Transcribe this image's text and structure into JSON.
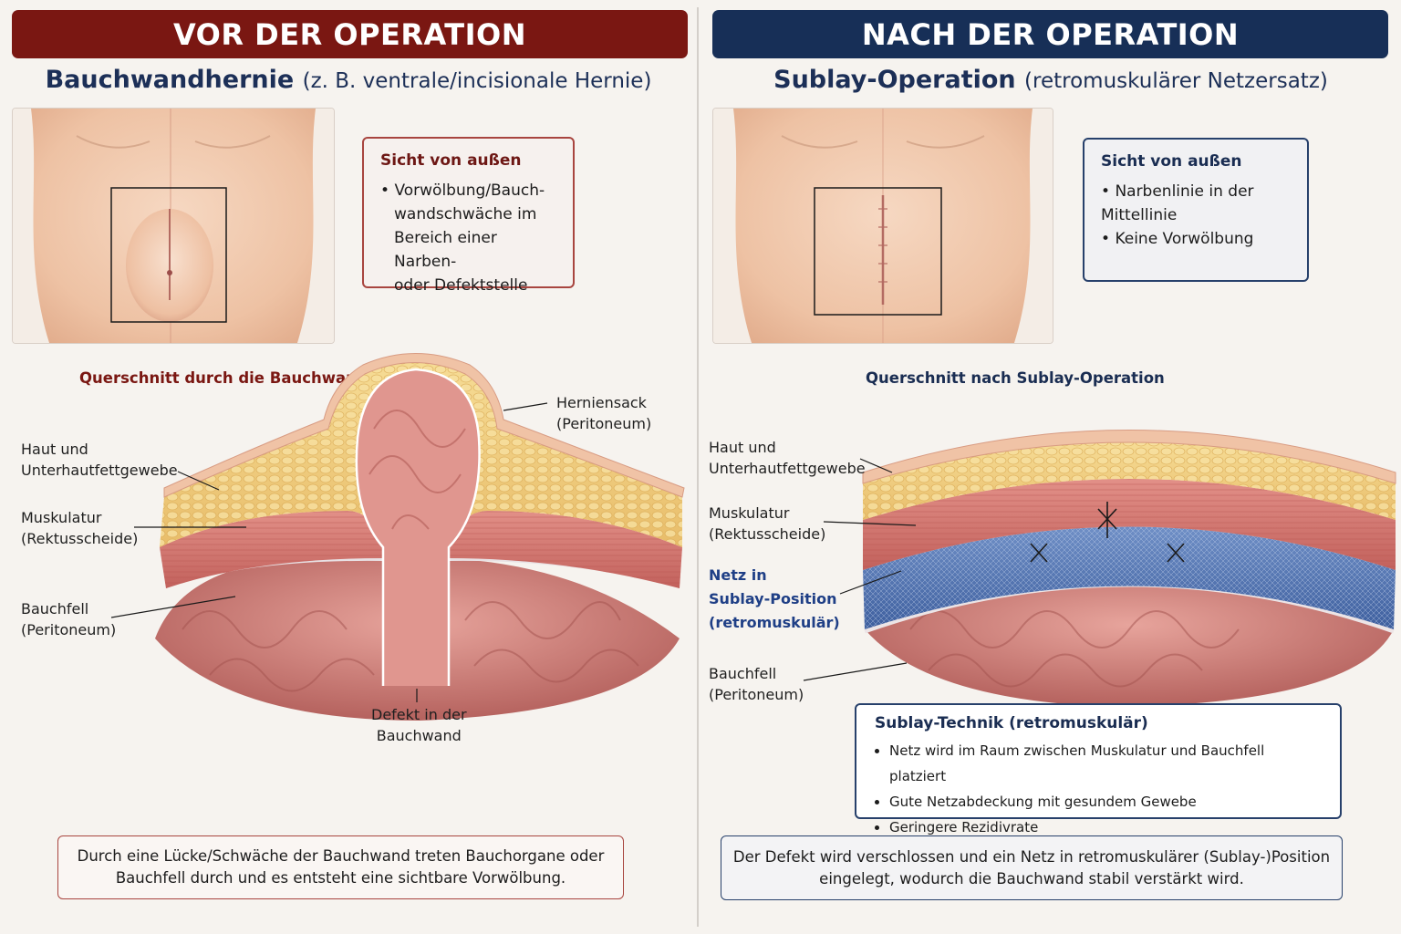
{
  "left": {
    "banner": "VOR DER OPERATION",
    "banner_color": "#7a1712",
    "title_main": "Bauchwandhernie",
    "title_sub": "(z. B. ventrale/incisionale Hernie)",
    "external_box": {
      "title": "Sicht von außen",
      "items": [
        "Vorwölbung/Bauch-",
        "wandschwäche im",
        "Bereich einer Narben-",
        "oder Defektstelle"
      ]
    },
    "section_title": "Querschnitt durch die Bauchwand",
    "labels": {
      "skin": [
        "Haut und",
        "Unterhautfettgewebe"
      ],
      "muscle": [
        "Muskulatur",
        "(Rektusscheide)"
      ],
      "peritoneum": [
        "Bauchfell",
        "(Peritoneum)"
      ],
      "hernia_sac": [
        "Herniensack",
        "(Peritoneum)"
      ],
      "defect": [
        "Defekt in der",
        "Bauchwand"
      ]
    },
    "summary": [
      "Durch eine Lücke/Schwäche der Bauchwand treten Bauchorgane oder",
      "Bauchfell durch und es entsteht eine sichtbare Vorwölbung."
    ]
  },
  "right": {
    "banner": "NACH DER OPERATION",
    "banner_color": "#172f57",
    "title_main": "Sublay-Operation",
    "title_sub": "(retromuskulärer Netzersatz)",
    "external_box": {
      "title": "Sicht von außen",
      "items": [
        "Narbenlinie in der Mittellinie",
        "Keine Vorwölbung"
      ]
    },
    "section_title": "Querschnitt nach Sublay-Operation",
    "labels": {
      "skin": [
        "Haut und",
        "Unterhautfettgewebe"
      ],
      "muscle": [
        "Muskulatur",
        "(Rektusscheide)"
      ],
      "mesh": [
        "Netz in",
        "Sublay-Position",
        "(retromuskulär)"
      ],
      "peritoneum": [
        "Bauchfell",
        "(Peritoneum)"
      ]
    },
    "technique_box": {
      "title": "Sublay-Technik (retromuskulär)",
      "items": [
        "Netz wird im Raum zwischen Muskulatur und Bauchfell platziert",
        "Gute Netzabdeckung mit gesundem Gewebe",
        "Geringere Rezidivrate"
      ]
    },
    "summary": [
      "Der Defekt wird verschlossen und ein Netz in retromuskulärer (Sublay-)Position",
      "eingelegt, wodurch die Bauchwand stabil verstärkt wird."
    ]
  },
  "colors": {
    "red_accent": "#7a1712",
    "blue_accent": "#172f57",
    "skin": "#f2cfb3",
    "fat": "#f0cf82",
    "muscle": "#d97a72",
    "mesh": "#4a6fae",
    "intestine": "#d98f88"
  }
}
